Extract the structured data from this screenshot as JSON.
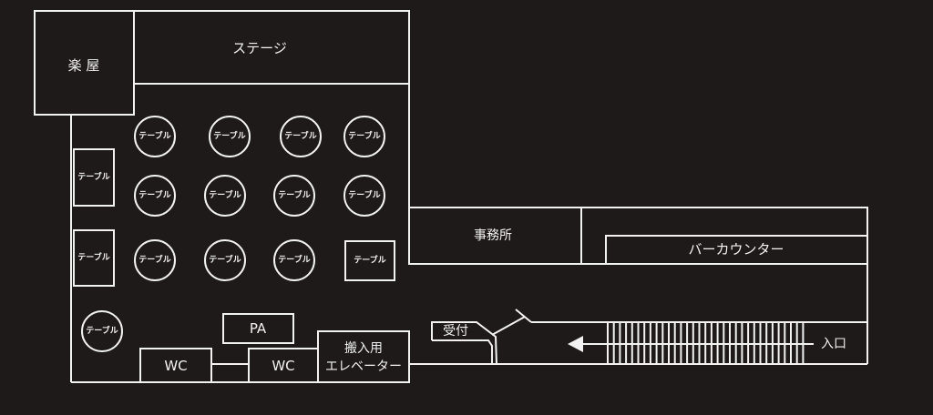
{
  "rooms": {
    "dressing_room": "楽 屋",
    "stage": "ステージ",
    "office": "事務所",
    "bar_counter": "バーカウンター",
    "pa": "PA",
    "wc1": "WC",
    "wc2": "WC",
    "elevator_line1": "搬入用",
    "elevator_line2": "エレベーター",
    "reception": "受付",
    "entrance": "入口"
  },
  "table_label": "テーブル",
  "colors": {
    "background": "#1e1a19",
    "line": "#f2f2f2"
  }
}
